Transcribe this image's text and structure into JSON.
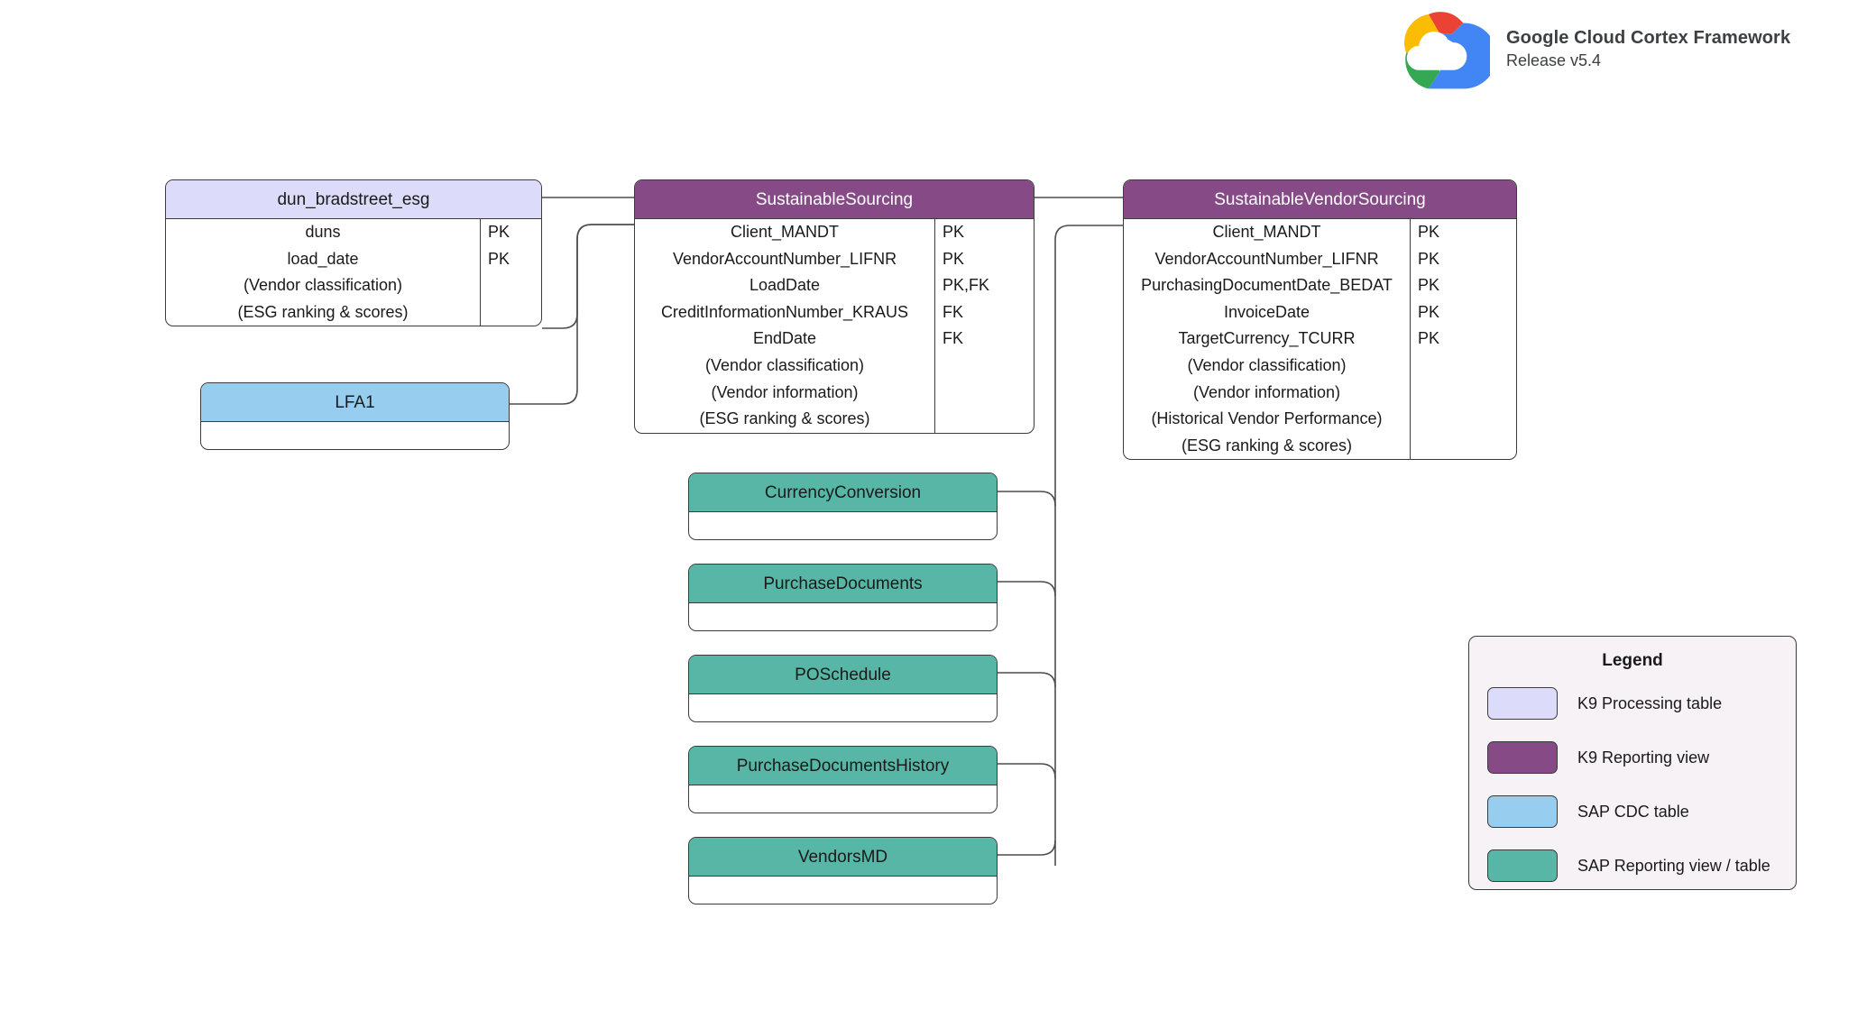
{
  "brand": {
    "logo_icon": "google-cloud-logo",
    "title": "Google Cloud Cortex Framework",
    "release": "Release v5.4"
  },
  "colors": {
    "k9_processing_table": "#dcdcfa",
    "k9_reporting_view": "#864a87",
    "sap_cdc_table": "#97cdef",
    "sap_reporting_view": "#57b6a5",
    "border": "#3b3b3b",
    "connector": "#4d4d4d",
    "legend_background": "#f7f2f5"
  },
  "entities": {
    "dun_bradstreet_esg": {
      "title": "dun_bradstreet_esg",
      "fields": [
        {
          "name": "duns",
          "key": "PK"
        },
        {
          "name": "load_date",
          "key": "PK"
        },
        {
          "name": "(Vendor classification)",
          "key": ""
        },
        {
          "name": "(ESG ranking & scores)",
          "key": ""
        }
      ]
    },
    "lfa1": {
      "title": "LFA1",
      "fields": []
    },
    "sustainable_sourcing": {
      "title": "SustainableSourcing",
      "fields": [
        {
          "name": "Client_MANDT",
          "key": "PK"
        },
        {
          "name": "VendorAccountNumber_LIFNR",
          "key": "PK"
        },
        {
          "name": "LoadDate",
          "key": "PK,FK"
        },
        {
          "name": "CreditInformationNumber_KRAUS",
          "key": "FK"
        },
        {
          "name": "EndDate",
          "key": "FK"
        },
        {
          "name": "(Vendor classification)",
          "key": ""
        },
        {
          "name": "(Vendor information)",
          "key": ""
        },
        {
          "name": "(ESG ranking & scores)",
          "key": ""
        }
      ]
    },
    "sustainable_vendor_sourcing": {
      "title": "SustainableVendorSourcing",
      "fields": [
        {
          "name": "Client_MANDT",
          "key": "PK"
        },
        {
          "name": "VendorAccountNumber_LIFNR",
          "key": "PK"
        },
        {
          "name": "PurchasingDocumentDate_BEDAT",
          "key": "PK"
        },
        {
          "name": "InvoiceDate",
          "key": "PK"
        },
        {
          "name": "TargetCurrency_TCURR",
          "key": "PK"
        },
        {
          "name": "(Vendor classification)",
          "key": ""
        },
        {
          "name": "(Vendor information)",
          "key": ""
        },
        {
          "name": "(Historical Vendor Performance)",
          "key": ""
        },
        {
          "name": "(ESG ranking & scores)",
          "key": ""
        }
      ]
    },
    "currency_conversion": {
      "title": "CurrencyConversion",
      "fields": []
    },
    "purchase_documents": {
      "title": "PurchaseDocuments",
      "fields": []
    },
    "po_schedule": {
      "title": "POSchedule",
      "fields": []
    },
    "purchase_documents_history": {
      "title": "PurchaseDocumentsHistory",
      "fields": []
    },
    "vendors_md": {
      "title": "VendorsMD",
      "fields": []
    }
  },
  "legend": {
    "title": "Legend",
    "items": [
      {
        "label": "K9 Processing table",
        "color": "#dcdcfa"
      },
      {
        "label": "K9 Reporting view",
        "color": "#864a87"
      },
      {
        "label": "SAP CDC table",
        "color": "#97cdef"
      },
      {
        "label": "SAP Reporting view / table",
        "color": "#57b6a5"
      }
    ]
  }
}
